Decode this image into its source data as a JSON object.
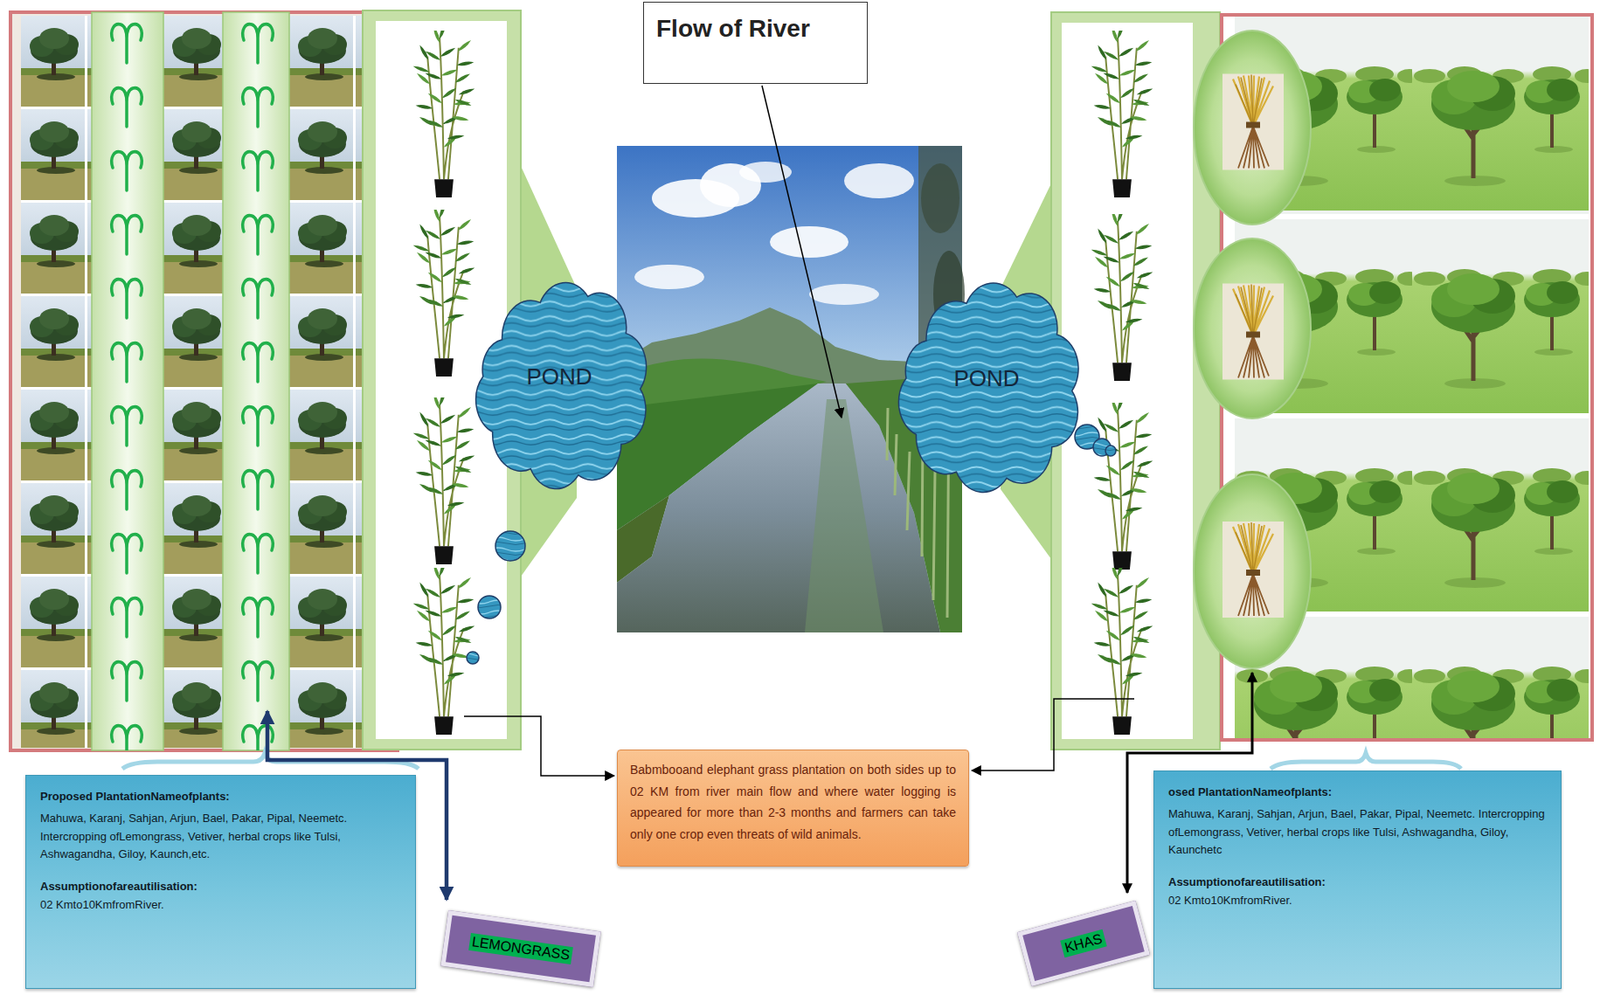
{
  "diagram": {
    "nodes": [
      {
        "text": [
          "Flow of River"
        ]
      },
      {
        "text": [
          "POND"
        ]
      },
      {
        "text": [
          "POND"
        ]
      },
      {
        "text": [
          "Babmbooand elephant grass plantation on both sides up to 02 KM from river main flow and where water logging is appeared for more than 2-3 months and farmers can take only one crop even threats of wild animals."
        ]
      },
      {
        "text": [
          "Proposed PlantationNameofplants:",
          "Mahuwa, Karanj, Sahjan, Arjun, Bael, Pakar, Pipal, Neemetc. Intercropping ofLemongrass, Vetiver, herbal crops like Tulsi, Ashwagandha, Giloy, Kaunch,etc.",
          "Assumptionofareautilisation:",
          "02 Kmto10KmfromRiver."
        ]
      },
      {
        "text": [
          "LEMONGRASS"
        ]
      },
      {
        "text": [
          "KHAS"
        ]
      },
      {
        "text": [
          "osed PlantationNameofplants:",
          "Mahuwa, Karanj, Sahjan, Arjun, Bael, Pakar, Pipal, Neemetc. Intercropping ofLemongrass, Vetiver, herbal crops like Tulsi, Ashwagandha, Giloy, Kaunchetc",
          "Assumptionofareautilisation:",
          "02 Kmto10KmfromRiver."
        ]
      }
    ]
  }
}
